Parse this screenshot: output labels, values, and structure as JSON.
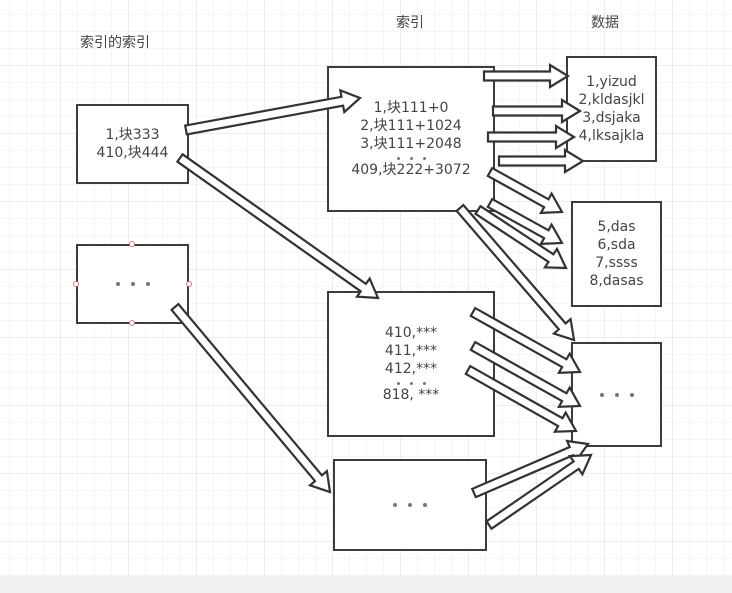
{
  "headers": {
    "index_of_index": "索引的索引",
    "index": "索引",
    "data": "数据"
  },
  "boxes": {
    "top_level_1": {
      "lines": [
        "1,块333",
        "410,块444"
      ]
    },
    "top_level_2": {
      "ellipsis": "..."
    },
    "index_block_1": {
      "lines": [
        "1,块111+0",
        "2,块111+1024",
        "3,块111+2048"
      ],
      "after_dots": [
        "409,块222+3072"
      ]
    },
    "index_block_2": {
      "lines": [
        "410,***",
        "411,***",
        "412,***"
      ],
      "after_dots": [
        "818, ***"
      ]
    },
    "index_block_3": {
      "ellipsis": "..."
    },
    "data_block_1": {
      "lines": [
        "1,yizud",
        "2,kldasjkl",
        "3,dsjaka",
        "4,lksajkla"
      ]
    },
    "data_block_2": {
      "lines": [
        "5,das",
        "6,sda",
        "7,ssss",
        "8,dasas"
      ]
    },
    "data_block_3": {
      "ellipsis": "..."
    }
  },
  "colors": {
    "stroke": "#3c3c3c",
    "text": "#444444",
    "grid": "#ececec",
    "selection_handle": "#c97a7a"
  }
}
